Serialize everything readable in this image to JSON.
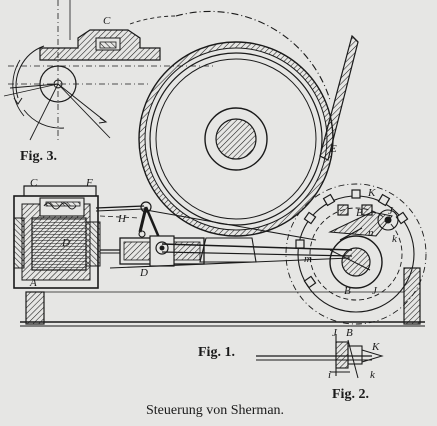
{
  "figure_labels": {
    "fig1": "Fig. 1.",
    "fig2": "Fig. 2.",
    "fig3": "Fig. 3."
  },
  "caption": "Steuerung von Sherman.",
  "part_letters": {
    "C_top": "C",
    "E": "E",
    "C_left": "C",
    "F": "F",
    "H": "H",
    "A": "A",
    "D_cyl": "D",
    "D_mid": "D",
    "m": "m",
    "K1": "K",
    "B1": "B",
    "J1": "J",
    "k1": "k",
    "n": "n",
    "J2": "J",
    "B2": "B",
    "K2": "K",
    "i": "i",
    "k2": "k"
  },
  "colors": {
    "ink": "#1a1a1a",
    "paper": "#e6e6e4"
  }
}
